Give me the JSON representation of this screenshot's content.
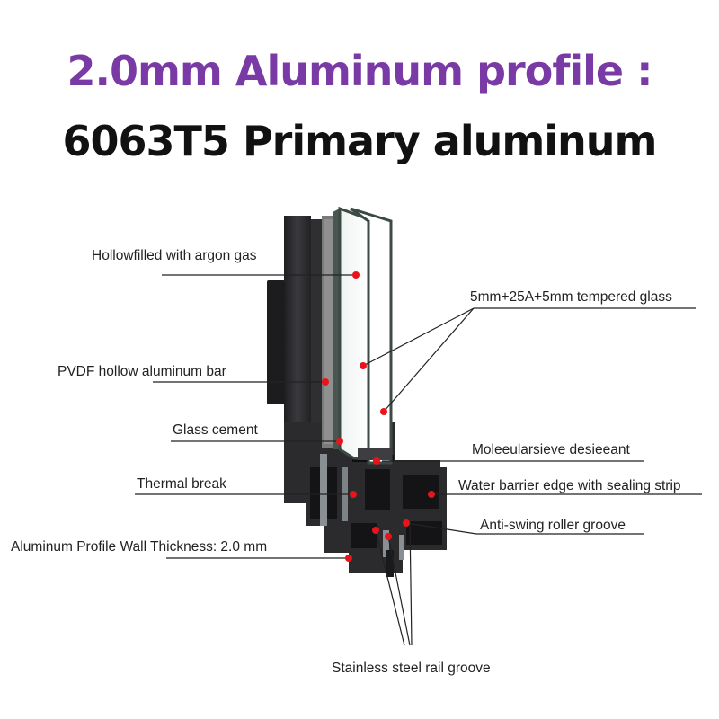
{
  "title": {
    "line1": "2.0mm Aluminum profile :",
    "line2": "6063T5 Primary aluminum"
  },
  "labels": {
    "hollow_argon": "Hollowfilled with argon gas",
    "tempered_glass": "5mm+25A+5mm tempered glass",
    "pvdf_bar": "PVDF hollow aluminum bar",
    "glass_cement": "Glass cement",
    "molecular_sieve": "Moleeularsieve desieeant",
    "thermal_break": "Thermal break",
    "water_barrier": "Water barrier edge with sealing strip",
    "anti_swing": "Anti-swing roller groove",
    "wall_thickness": "Aluminum Profile Wall Thickness: 2.0 mm",
    "rail_groove": "Stainless steel rail groove"
  },
  "colors": {
    "title_accent": "#7a3aa6",
    "profile": "#2b2b2e",
    "marker": "#e8141b"
  }
}
